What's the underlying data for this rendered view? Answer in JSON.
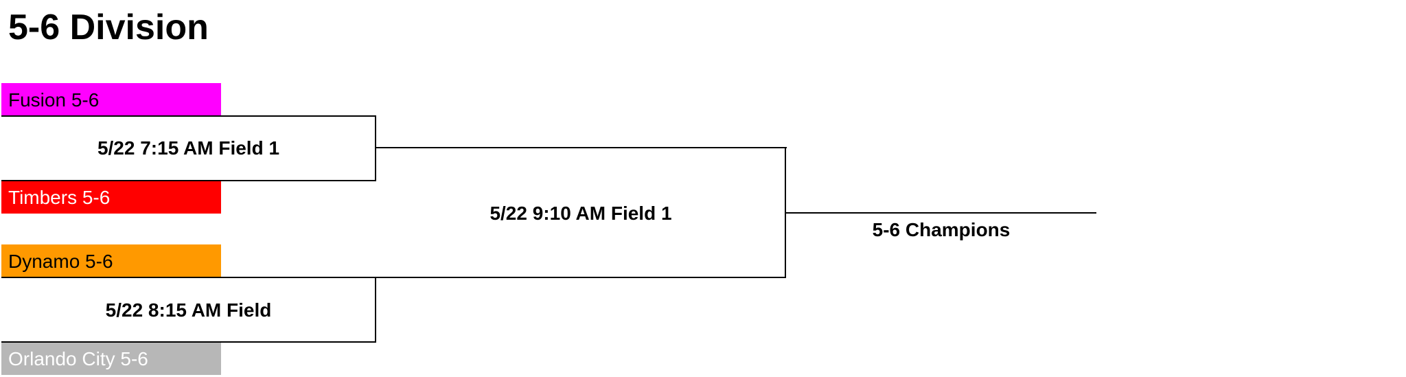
{
  "title": "5-6 Division",
  "teams": [
    {
      "name": "Fusion 5-6",
      "bg_color": "#ff00ff",
      "text_color": "#000000"
    },
    {
      "name": "Timbers 5-6",
      "bg_color": "#ff0000",
      "text_color": "#ffffff"
    },
    {
      "name": "Dynamo 5-6",
      "bg_color": "#ff9900",
      "text_color": "#000000"
    },
    {
      "name": "Orlando City 5-6",
      "bg_color": "#b7b7b7",
      "text_color": "#ffffff"
    }
  ],
  "games": [
    {
      "label": "5/22 7:15 AM Field 1"
    },
    {
      "label": "5/22 8:15 AM Field"
    },
    {
      "label": "5/22 9:10 AM Field 1"
    }
  ],
  "final": {
    "label": "5-6 Champions"
  }
}
